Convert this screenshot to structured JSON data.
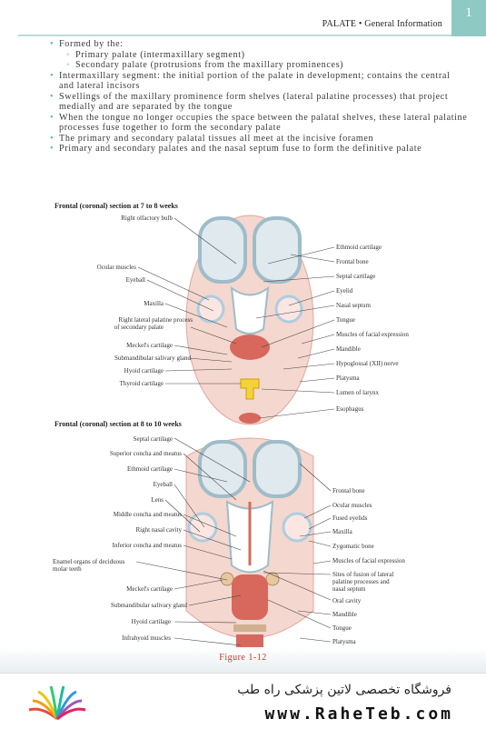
{
  "header": {
    "running_title": "PALATE • General Information",
    "page_number": "1"
  },
  "bullets": [
    {
      "text": "Formed by the:",
      "sub": [
        "Primary palate (intermaxillary segment)",
        "Secondary palate (protrusions from the maxillary prominences)"
      ]
    },
    {
      "text": "Intermaxillary segment: the initial portion of the palate in development; contains the central and lateral incisors"
    },
    {
      "text": "Swellings of the maxillary prominence form shelves (lateral palatine processes) that project medially and are separated by the tongue"
    },
    {
      "text": "When the tongue no longer occupies the space between the palatal shelves, these lateral palatine processes fuse together to form the secondary palate"
    },
    {
      "text": "The primary and secondary palatal tissues all meet at the incisive foramen"
    },
    {
      "text": "Primary and secondary palates and the nasal septum fuse to form the definitive palate"
    }
  ],
  "figure": {
    "top_title": "Frontal (coronal) section at 7 to 8 weeks",
    "bottom_title": "Frontal (coronal) section at 8 to 10 weeks",
    "top_left_labels": [
      "Right olfactory bulb",
      "Ocular muscles",
      "Eyeball",
      "Maxilla",
      "Right lateral palatine process",
      "of secondary palate",
      "Meckel's cartilage",
      "Submandibular salivary gland",
      "Hyoid cartilage",
      "Thyroid cartilage"
    ],
    "top_right_labels": [
      "Ethmoid cartilage",
      "Frontal bone",
      "Septal cartilage",
      "Eyelid",
      "Nasal septum",
      "Tongue",
      "Muscles of facial expression",
      "Mandible",
      "Hypoglossal (XII) nerve",
      "Platysma",
      "Lumen of larynx",
      "Esophagus"
    ],
    "bottom_left_labels": [
      "Septal cartilage",
      "Superior concha and meatus",
      "Ethmoid cartilage",
      "Eyeball",
      "Lens",
      "Middle concha and meatus",
      "Right nasal cavity",
      "Inferior concha and meatus",
      "Enamel organs of deciduous",
      "molar teeth",
      "Meckel's cartilage",
      "Submandibular salivary gland",
      "Hyoid cartilage",
      "Infrahyoid muscles"
    ],
    "bottom_right_labels": [
      "Frontal bone",
      "Ocular muscles",
      "Fused eyelids",
      "Maxilla",
      "Zygomatic bone",
      "Muscles of facial expression",
      "Sites of fusion of lateral",
      "palatine processes and",
      "nasal septum",
      "Oral cavity",
      "Mandible",
      "Tongue",
      "Platysma"
    ],
    "caption": "Figure 1-12"
  },
  "footer": {
    "persian_text": "فروشگاه تخصصی لاتین پزشکی راه طب",
    "url": "www.RaheTeb.com"
  }
}
